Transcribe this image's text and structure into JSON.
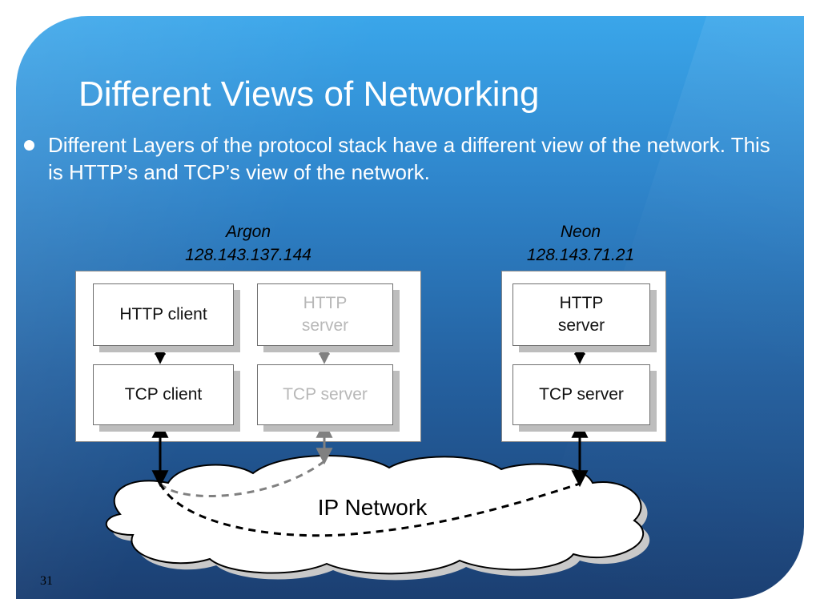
{
  "slide": {
    "title": "Different Views of Networking",
    "bullet": "Different Layers of the protocol stack have a different view of the network. This is HTTP’s and TCP’s view of the network.",
    "page_number": "31"
  },
  "hosts": {
    "argon": {
      "name": "Argon",
      "address": "128.143.137.144",
      "boxes": {
        "http_client": "HTTP client",
        "http_server": "HTTP\nserver",
        "tcp_client": "TCP client",
        "tcp_server": "TCP server"
      }
    },
    "neon": {
      "name": "Neon",
      "address": "128.143.71.21",
      "boxes": {
        "http_server": "HTTP\nserver",
        "tcp_server": "TCP server"
      }
    }
  },
  "network": {
    "label": "IP Network"
  },
  "colors": {
    "background_top": "#3aa6ea",
    "background_bottom": "#1b3f72",
    "active": "#000000",
    "inactive": "#808080"
  }
}
